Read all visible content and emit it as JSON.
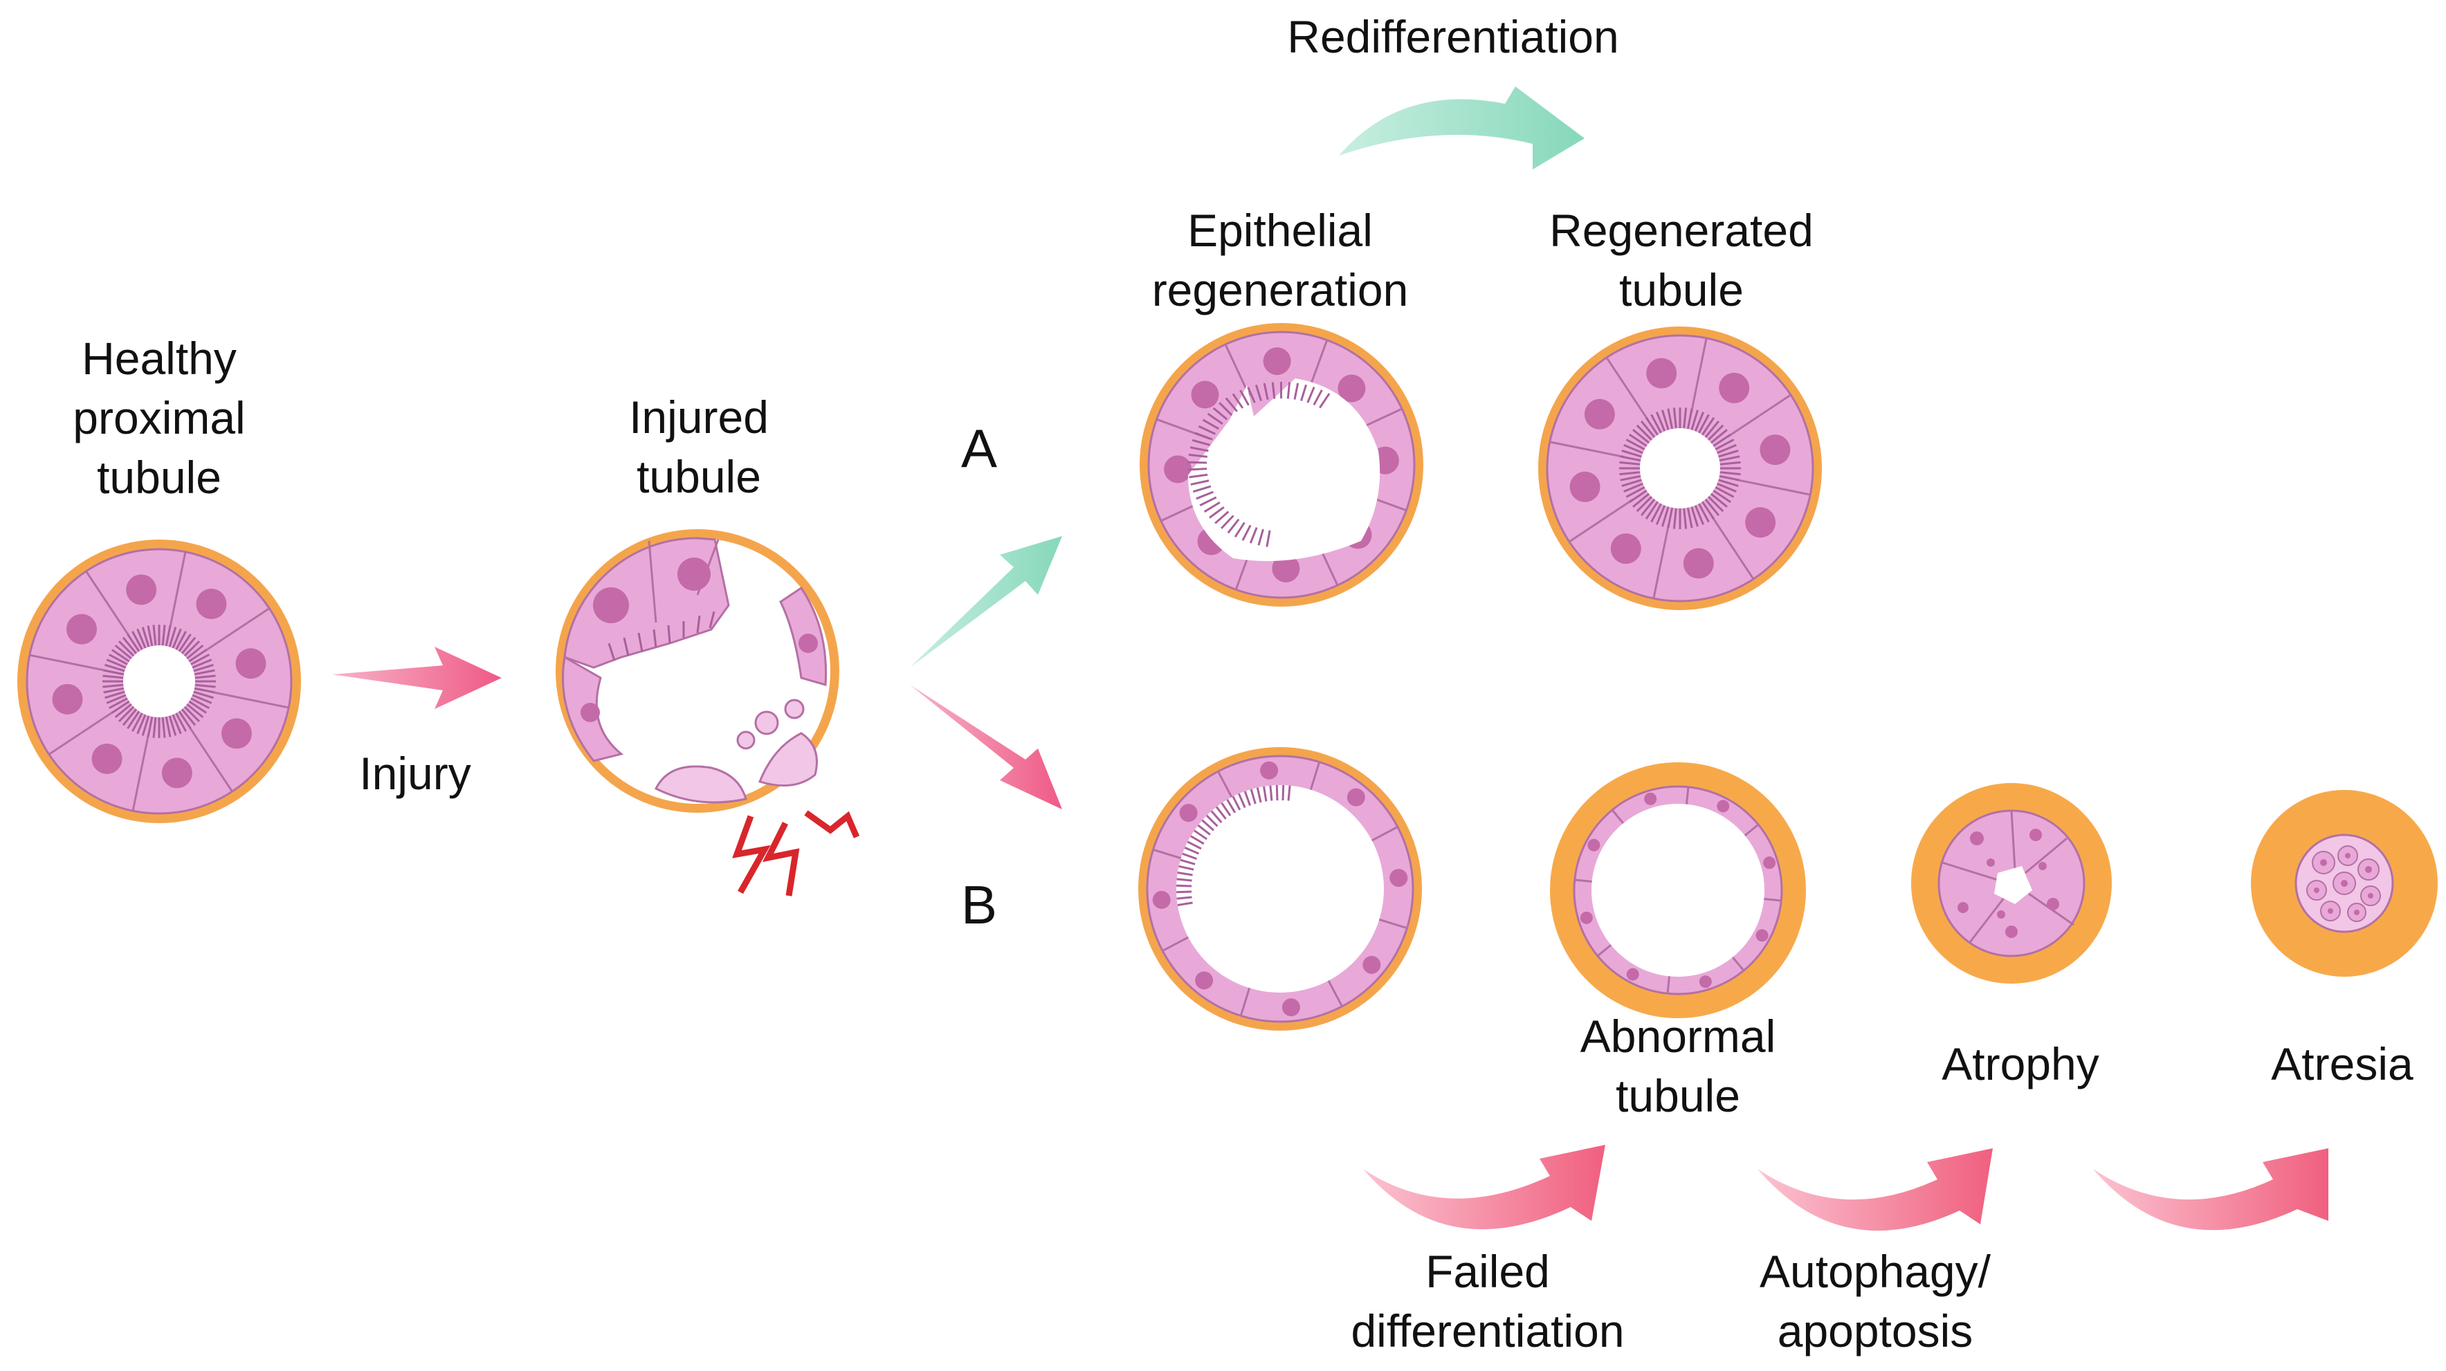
{
  "labels": {
    "healthy": [
      "Healthy",
      "proximal",
      "tubule"
    ],
    "injury": "Injury",
    "injured": [
      "Injured",
      "tubule"
    ],
    "path_a": "A",
    "path_b": "B",
    "redifferentiation": "Redifferentiation",
    "epithelial_regeneration": [
      "Epithelial",
      "regeneration"
    ],
    "regenerated": [
      "Regenerated",
      "tubule"
    ],
    "abnormal": [
      "Abnormal",
      "tubule"
    ],
    "atrophy": "Atrophy",
    "atresia": "Atresia",
    "failed_differentiation": [
      "Failed",
      "differentiation"
    ],
    "autophagy_apoptosis": [
      "Autophagy/",
      "apoptosis"
    ]
  },
  "colors": {
    "cell_fill": "#e8a9d8",
    "cell_fill_light": "#f2c6e6",
    "cell_line": "#b470a4",
    "nucleus": "#c46aa8",
    "basement_membrane": "#f4a54c",
    "fibrosis_ring": "#f7a94a",
    "arrow_pink": "#f0608a",
    "arrow_green": "#92dcc0",
    "injury_mark": "#d8262c"
  }
}
